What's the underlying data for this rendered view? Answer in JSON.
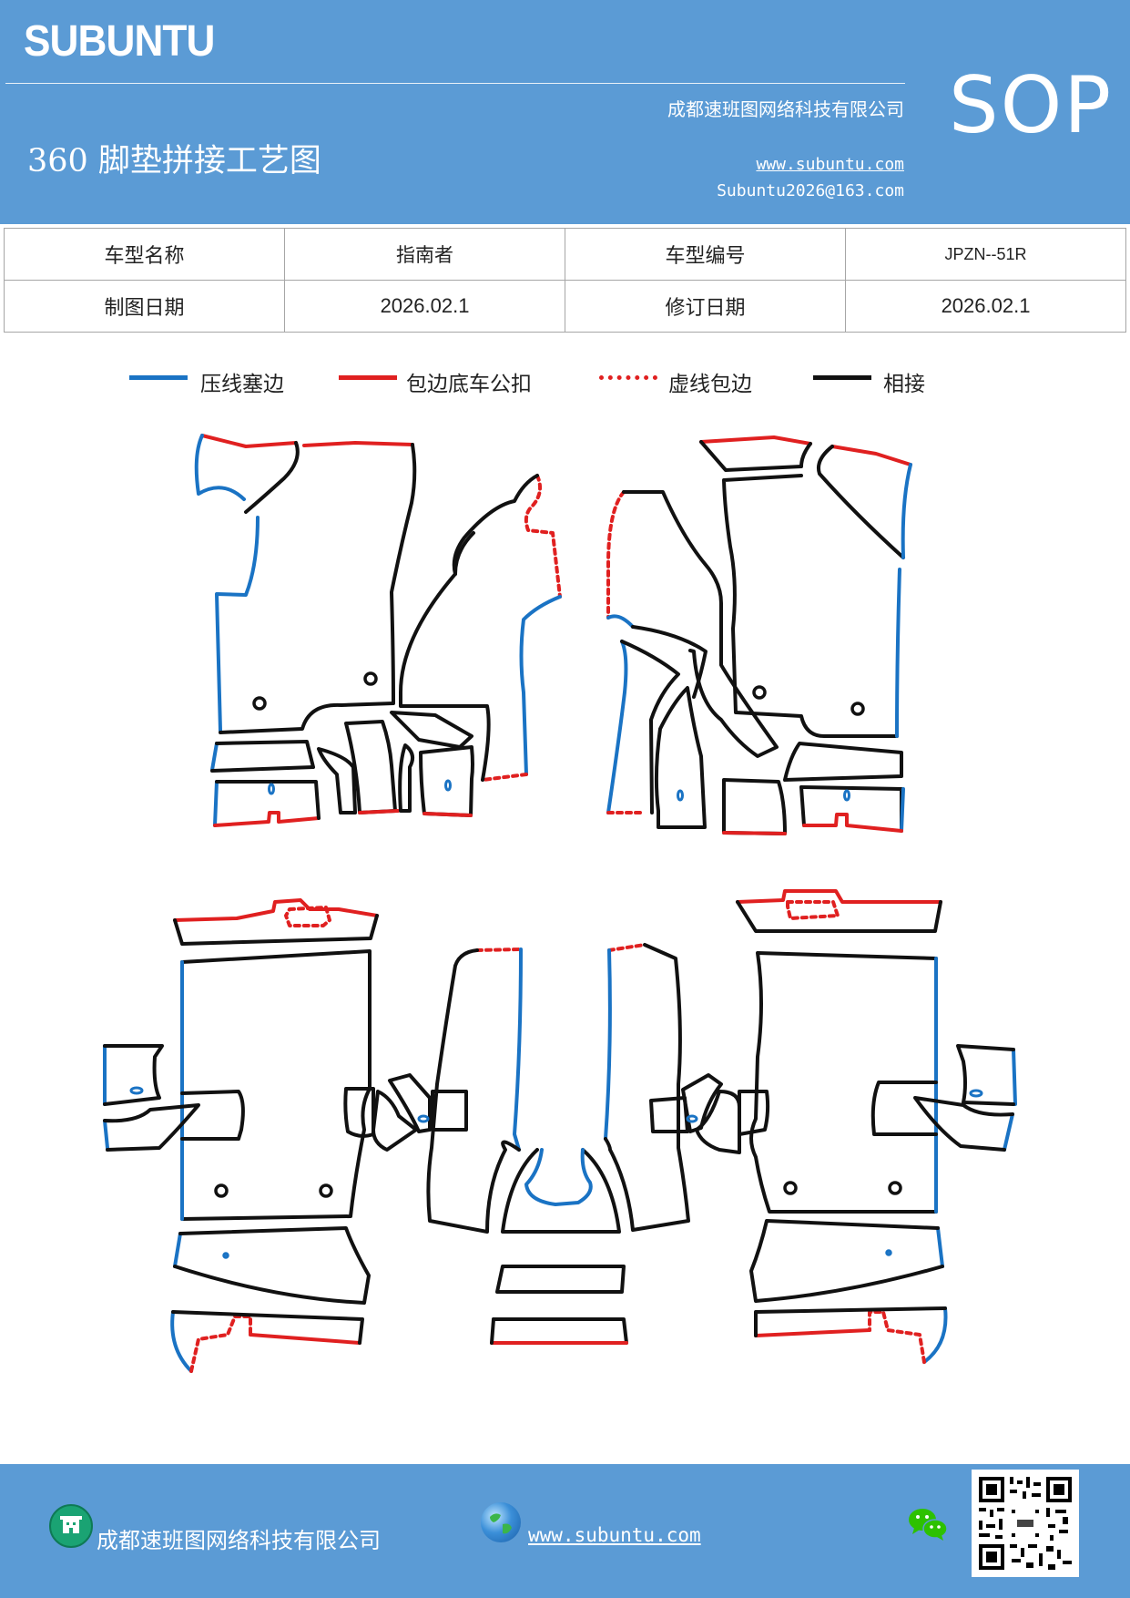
{
  "header": {
    "logo": "SUBUNTU",
    "company": "成都速班图网络科技有限公司",
    "title": "360 脚垫拼接工艺图",
    "website": "www.subuntu.com",
    "email": "Subuntu2026@163.com",
    "badge": "SOP"
  },
  "info": {
    "model_name_label": "车型名称",
    "model_name_value": "指南者",
    "model_code_label": "车型编号",
    "model_code_value": "JPZN--51R",
    "draw_date_label": "制图日期",
    "draw_date_value": "2026.02.1",
    "revise_date_label": "修订日期",
    "revise_date_value": "2026.02.1"
  },
  "legend": [
    {
      "label": "压线塞边",
      "color": "#1a73c4",
      "style": "solid"
    },
    {
      "label": "包边底车公扣",
      "color": "#e02020",
      "style": "solid"
    },
    {
      "label": "虚线包边",
      "color": "#e02020",
      "style": "dotted"
    },
    {
      "label": "相接",
      "color": "#111111",
      "style": "solid"
    }
  ],
  "footer": {
    "company": "成都速班图网络科技有限公司",
    "website": "www.subuntu.com ",
    "icons": [
      "building-icon",
      "globe-icon",
      "wechat-icon",
      "qr-code"
    ]
  }
}
